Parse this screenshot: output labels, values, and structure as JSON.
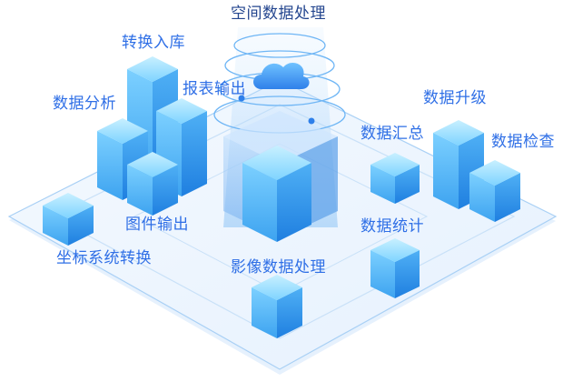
{
  "title": "空间数据处理",
  "center_label": "影像数据处理",
  "modules": {
    "convert": "转换入库",
    "report": "报表输出",
    "analysis": "数据分析",
    "figure": "图件输出",
    "coord": "坐标系统转换",
    "summary": "数据汇总",
    "upgrade": "数据升级",
    "check": "数据检查",
    "stats": "数据统计"
  },
  "colors": {
    "label": "#2f6fe6",
    "cube_top": "#7fd4ff",
    "cube_left": "#4fb0f5",
    "cube_right": "#2e8fe8",
    "platform": "#eef6ff",
    "platform_edge": "#9cc9f2"
  },
  "icons": [
    "cloud-icon",
    "data-cube-icon"
  ]
}
